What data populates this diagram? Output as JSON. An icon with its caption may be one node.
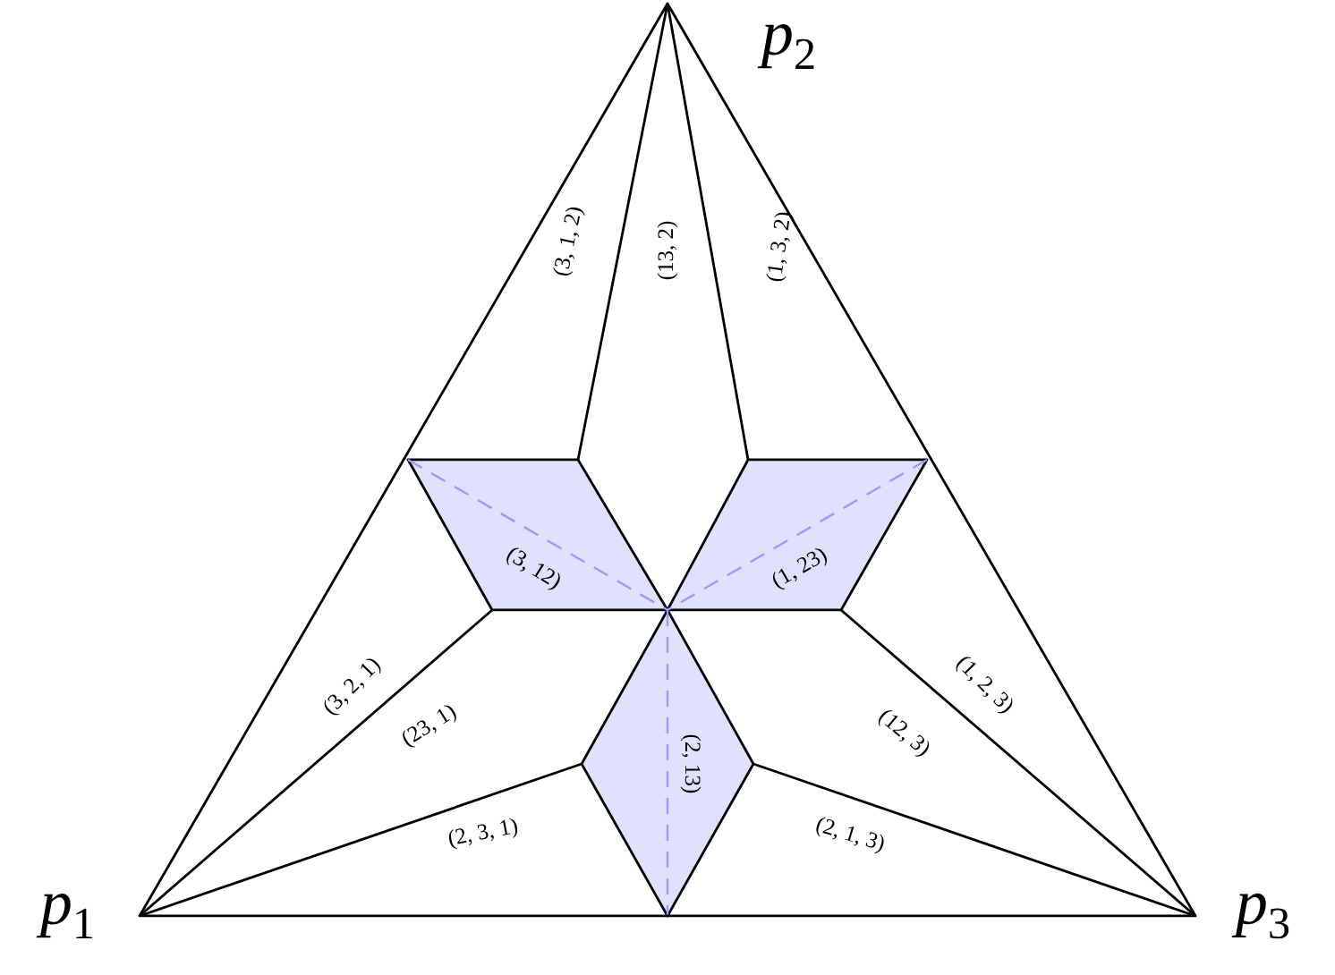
{
  "diagram": {
    "labels": [
      "*p*$_{2}$",
      "(3, 1, 2)",
      "(13, 2)",
      "(1, 3, 2)",
      "(3, 12)",
      "(1, 23)",
      "(3, 2, 1)",
      "(1, 2, 3)",
      "(23, 1)",
      "(2, 13)",
      "(12, 3)",
      "(2, 3, 1)",
      "(2, 1, 3)",
      "*p*$_{1}$",
      "*p*$_{3}$"
    ]
  }
}
